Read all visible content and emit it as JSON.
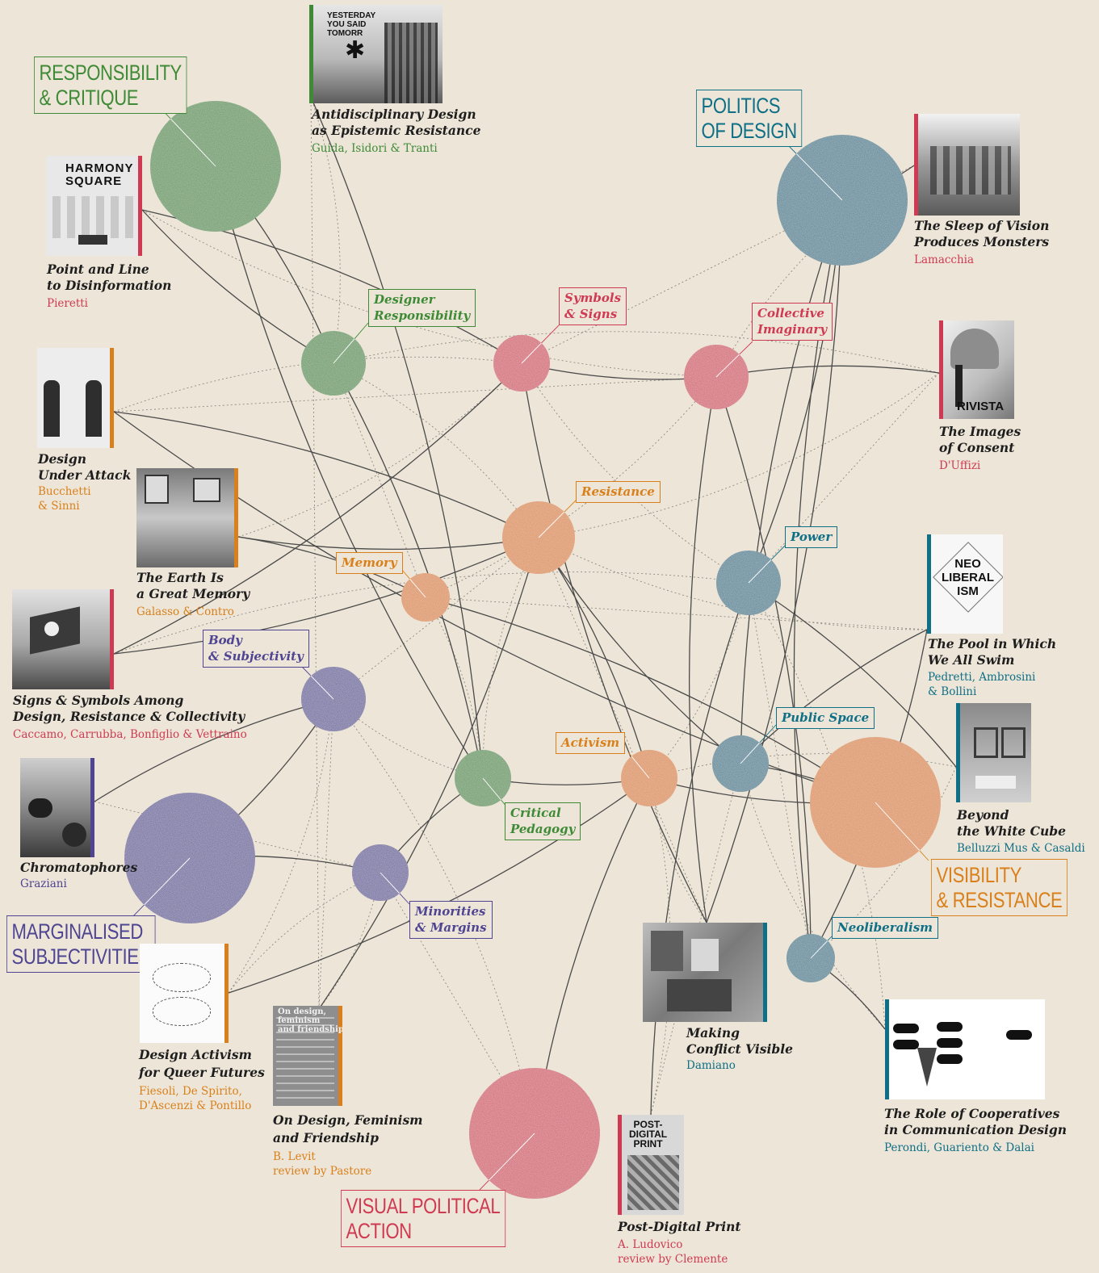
{
  "colors": {
    "background": "#ede6d8",
    "green": "#3f8a36",
    "crimson": "#cf3a52",
    "teal": "#0f6f86",
    "orange": "#d9801c",
    "purple": "#4f4592",
    "link": "#555555"
  },
  "categories": [
    {
      "id": "responsibility",
      "label": "RESPONSIBILITY\n& CRITIQUE",
      "color": "green"
    },
    {
      "id": "politics",
      "label": "POLITICS\nOF DESIGN",
      "color": "teal"
    },
    {
      "id": "visibility",
      "label": "VISIBILITY\n& RESISTANCE",
      "color": "orange"
    },
    {
      "id": "marginalised",
      "label": "MARGINALISED\nSUBJECTIVITIES",
      "color": "purple"
    },
    {
      "id": "visual",
      "label": "VISUAL POLITICAL\nACTION",
      "color": "crimson"
    }
  ],
  "themes": [
    {
      "id": "designer_responsibility",
      "label": "Designer\nResponsibility",
      "color": "green"
    },
    {
      "id": "symbols_signs",
      "label": "Symbols\n& Signs",
      "color": "crimson"
    },
    {
      "id": "collective_imaginary",
      "label": "Collective\nImaginary",
      "color": "crimson"
    },
    {
      "id": "resistance",
      "label": "Resistance",
      "color": "orange"
    },
    {
      "id": "power",
      "label": "Power",
      "color": "teal"
    },
    {
      "id": "memory",
      "label": "Memory",
      "color": "orange"
    },
    {
      "id": "body_subjectivity",
      "label": "Body\n& Subjectivity",
      "color": "purple"
    },
    {
      "id": "public_space",
      "label": "Public Space",
      "color": "teal"
    },
    {
      "id": "activism",
      "label": "Activism",
      "color": "orange"
    },
    {
      "id": "critical_pedagogy",
      "label": "Critical\nPedagogy",
      "color": "green"
    },
    {
      "id": "minorities_margins",
      "label": "Minorities\n& Margins",
      "color": "purple"
    },
    {
      "id": "neoliberalism",
      "label": "Neoliberalism",
      "color": "teal"
    }
  ],
  "articles": [
    {
      "id": "antidisciplinary",
      "title": "Antidisciplinary Design\nas Epistemic Resistance",
      "authors": "Guida, Isidori & Tranti",
      "color": "green",
      "thumb_text": "YESTERDAY\nYOU SAID\nTOMORR"
    },
    {
      "id": "point_line",
      "title": "Point and Line\nto Disinformation",
      "authors": "Pieretti",
      "color": "crimson",
      "thumb_text": "HARMONY\nSQUARE"
    },
    {
      "id": "sleep_vision",
      "title": "The Sleep of Vision\nProduces Monsters",
      "authors": "Lamacchia",
      "color": "crimson",
      "thumb_text": ""
    },
    {
      "id": "images_consent",
      "title": "The Images\nof Consent",
      "authors": "D'Uffizi",
      "color": "crimson",
      "thumb_text": "RIVISTA"
    },
    {
      "id": "design_attack",
      "title": "Design\nUnder Attack",
      "authors": "Bucchetti\n& Sinni",
      "color": "orange",
      "thumb_text": ""
    },
    {
      "id": "earth_memory",
      "title": "The Earth Is\na Great Memory",
      "authors": "Galasso & Contro",
      "color": "orange",
      "thumb_text": ""
    },
    {
      "id": "signs_symbols",
      "title": "Signs & Symbols Among\nDesign, Resistance & Collectivity",
      "authors": "Caccamo, Carrubba, Bonfiglio & Vettraino",
      "color": "crimson",
      "thumb_text": ""
    },
    {
      "id": "pool",
      "title": "The Pool in Which\nWe All Swim",
      "authors": "Pedretti, Ambrosini\n& Bollini",
      "color": "teal",
      "thumb_text": "NEO\nLIBERAL\nISM"
    },
    {
      "id": "white_cube",
      "title": "Beyond\nthe White Cube",
      "authors": "Belluzzi Mus & Casaldi",
      "color": "teal",
      "thumb_text": ""
    },
    {
      "id": "chromatophores",
      "title": "Chromatophores",
      "authors": "Graziani",
      "color": "purple",
      "thumb_text": ""
    },
    {
      "id": "queer",
      "title": "Design Activism\nfor Queer Futures",
      "authors": "Fiesoli, De Spirito,\nD'Ascenzi & Pontillo",
      "color": "orange",
      "thumb_text": ""
    },
    {
      "id": "feminism",
      "title": "On Design, Feminism\nand Friendship",
      "authors": "B. Levit\nreview by Pastore",
      "color": "orange",
      "thumb_text": "On design,\nfeminism\nand friendship"
    },
    {
      "id": "conflict",
      "title": "Making\nConflict Visible",
      "authors": "Damiano",
      "color": "teal",
      "thumb_text": ""
    },
    {
      "id": "cooperatives",
      "title": "The Role of Cooperatives\nin Communication Design",
      "authors": "Perondi, Guariento & Dalai",
      "color": "teal",
      "thumb_text": ""
    },
    {
      "id": "postdigital",
      "title": "Post-Digital Print",
      "authors": "A. Ludovico\nreview by Clemente",
      "color": "crimson",
      "thumb_text": "POST-\nDIGITAL\nPRINT"
    }
  ]
}
